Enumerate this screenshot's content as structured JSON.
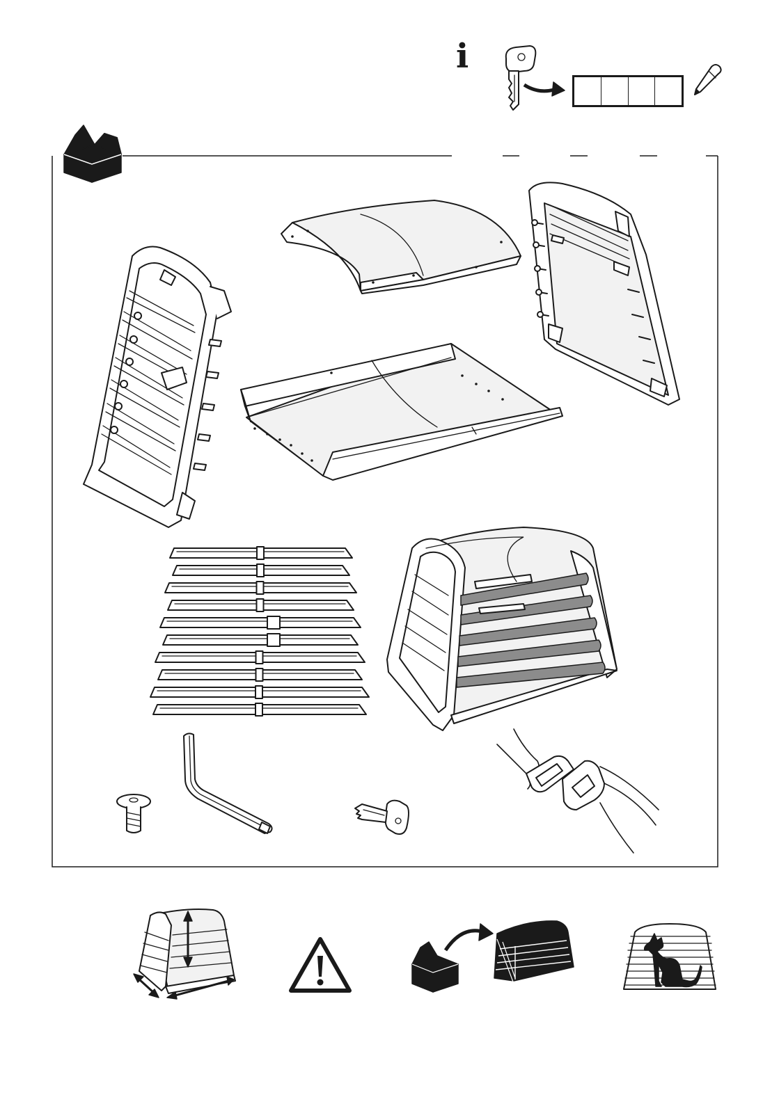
{
  "document": {
    "page_type": "assembly-instructions-parts-overview",
    "info_symbol": "i",
    "key_code_boxes": [
      "",
      "",
      "",
      ""
    ]
  },
  "icons": {
    "info": "info-icon",
    "key": "key-icon",
    "pen": "pen-icon",
    "box": "open-box-icon",
    "warning": "warning-triangle-icon",
    "dog": "dog-silhouette-icon"
  },
  "parts": [
    "front-door-frame",
    "roof-panel",
    "floor-tray",
    "rear-wall-frame",
    "side-bars",
    "assembled-cage",
    "screw",
    "hex-key",
    "lock-key",
    "strap-buckle"
  ],
  "colors": {
    "ink": "#1a1a1a",
    "paper": "#ffffff",
    "bar_grey": "#8c8c8c"
  }
}
